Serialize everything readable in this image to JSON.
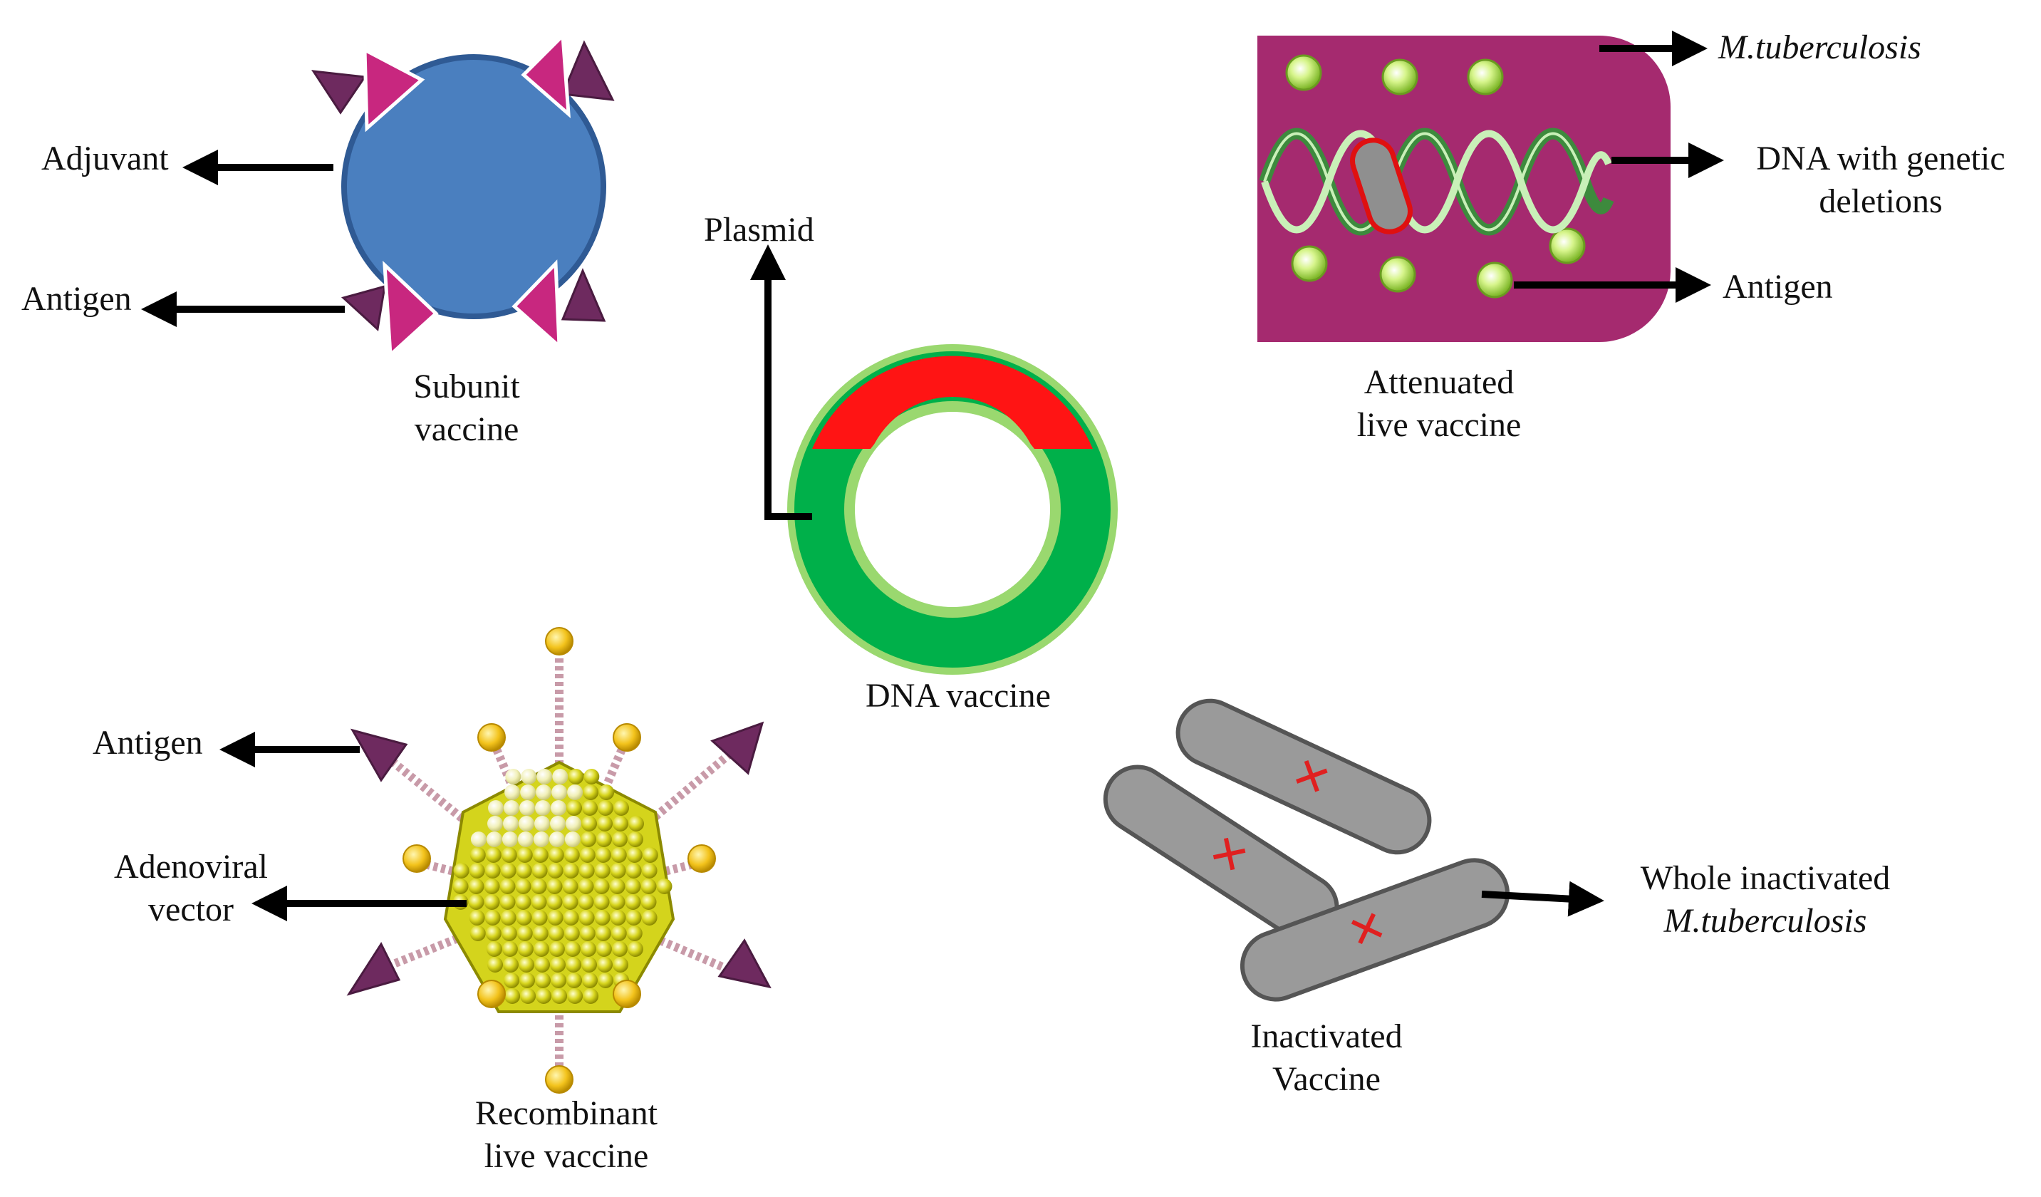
{
  "colors": {
    "subunit_body": "#4a7fbf",
    "subunit_outline": "#2f5a94",
    "antigen_pink": "#c8277f",
    "antigen_purple": "#6e2a5f",
    "attenuated_body": "#a52a6f",
    "granule": "#c8f07a",
    "dna_green": "#3d8a3d",
    "dna_light": "#c9f0b8",
    "deletion_outline": "#e01010",
    "plasmid_red": "#ff1414",
    "plasmid_green": "#00b04a",
    "plasmid_rim": "#9ad86f",
    "capsid_yellow": "#d4d41c",
    "capsid_light": "#f1f0b0",
    "fiber": "#c89aa8",
    "knob": "#f3c31c",
    "bacillus_gray": "#9a9a9a",
    "cross_red": "#e02020",
    "arrow": "#000000"
  },
  "labels": {
    "subunit": {
      "adjuvant": "Adjuvant",
      "antigen": "Antigen",
      "title_line1": "Subunit",
      "title_line2": "vaccine"
    },
    "dna": {
      "plasmid": "Plasmid",
      "title": "DNA vaccine"
    },
    "attenuated": {
      "mtb": "M.tuberculosis",
      "dna_line1": "DNA with genetic",
      "dna_line2": "deletions",
      "antigen": "Antigen",
      "title_line1": "Attenuated",
      "title_line2": "live vaccine"
    },
    "recombinant": {
      "antigen": "Antigen",
      "vector_line1": "Adenoviral",
      "vector_line2": "vector",
      "title_line1": "Recombinant",
      "title_line2": "live vaccine"
    },
    "inactivated": {
      "whole_line1": "Whole inactivated",
      "whole_line2": "M.tuberculosis",
      "title_line1": "Inactivated",
      "title_line2": "Vaccine"
    }
  }
}
